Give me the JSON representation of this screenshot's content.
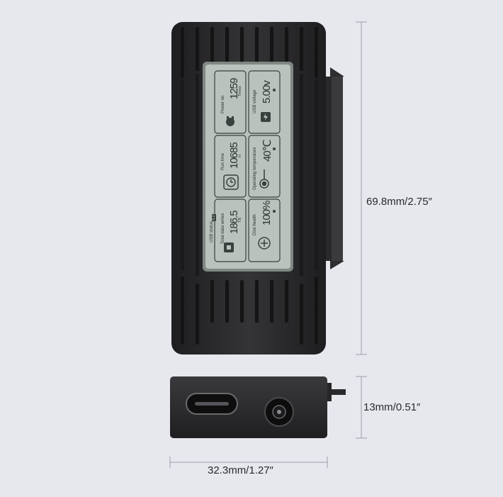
{
  "dimensions": {
    "height": "69.8mm/2.75″",
    "thickness": "13mm/0.51″",
    "width": "32.3mm/1.27″"
  },
  "lcd": {
    "power_on": {
      "label": "Power on",
      "value": "1259",
      "unit": "Times"
    },
    "usb_voltage": {
      "label": "USB voltage",
      "value": "5.00v"
    },
    "run_time": {
      "label": "Run time",
      "value": "10685",
      "unit": "H"
    },
    "operating_temperature": {
      "label": "Operating temperature",
      "value": "40℃"
    },
    "usb_status": {
      "label": "USB status",
      "badge": "3.2"
    },
    "total_data_writes": {
      "label": "Total data writes",
      "value": "186.5",
      "unit": "TB"
    },
    "disk_health": {
      "label": "Disk health",
      "value": "100%"
    }
  },
  "colors": {
    "background": "#e6e8ee",
    "device_body": "#2c2c2e",
    "lcd_screen": "#b9c2bd",
    "dimension_line": "#9aa0a8"
  }
}
